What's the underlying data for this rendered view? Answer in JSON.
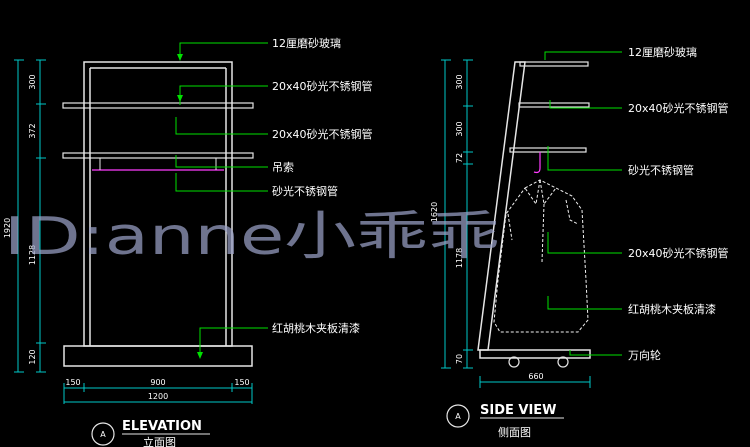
{
  "watermark": "ID:anne小乖乖",
  "elevation": {
    "title": "ELEVATION",
    "subtitle": "立面图",
    "marker": "A",
    "annotations": [
      "12厘磨砂玻璃",
      "20x40砂光不锈钢管",
      "20x40砂光不锈钢管",
      "吊索",
      "砂光不锈钢管",
      "红胡桃木夹板清漆"
    ],
    "vertical_dims": [
      "300",
      "372",
      "1128",
      "120"
    ],
    "overall_height": "1920",
    "bottom_dims": [
      "150",
      "900",
      "150"
    ],
    "overall_width": "1200"
  },
  "side_view": {
    "title": "SIDE VIEW",
    "subtitle": "侧面图",
    "marker": "A",
    "annotations": [
      "12厘磨砂玻璃",
      "20x40砂光不锈钢管",
      "砂光不锈钢管",
      "20x40砂光不锈钢管",
      "红胡桃木夹板清漆",
      "万向轮"
    ],
    "vertical_dims": [
      "300",
      "300",
      "72",
      "1178",
      "70"
    ],
    "overall_height": "1620",
    "width": "660"
  },
  "colors": {
    "background": "#000000",
    "cabinet": "#e6e6e6",
    "leader": "#00e000",
    "dimension": "#00c8c8",
    "garment": "#f2f2f2",
    "rail": "#ff3cff",
    "text": "#ffffff"
  }
}
